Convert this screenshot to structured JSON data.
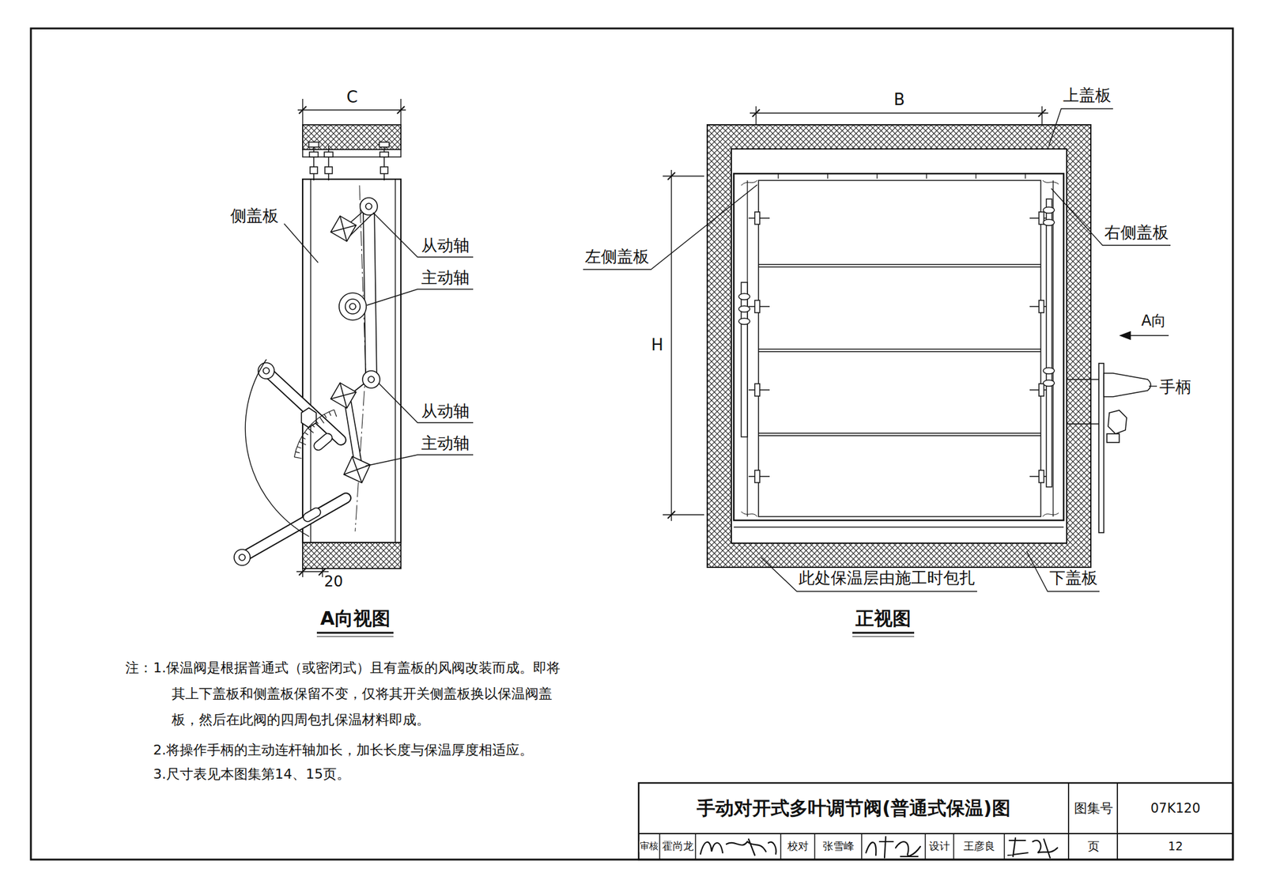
{
  "diagram": {
    "title": "手动对开式多叶调节阀(普通式保温)图",
    "labels": [
      "C",
      "侧盖板",
      "从动轴",
      "主动轴",
      "从动轴",
      "主动轴",
      "20",
      "A向视图",
      "B",
      "上盖板",
      "左侧盖板",
      "右侧盖板",
      "H",
      "A向",
      "手柄",
      "此处保温层由施工时包扎",
      "下盖板",
      "正视图",
      "注：",
      "1.保温阀是根据普通式（或密闭式）且有盖板的风阀改装而成。即将其上下盖板和侧盖板保留不变，仅将其开关侧盖板换以保温阀盖板，然后在此阀的四周包扎保温材料即成。",
      "2.将操作手柄的主动连杆轴加长，加长长度与保温厚度相适应。",
      "3.尺寸表见本图集第14、15页。",
      "图集号",
      "07K120",
      "审核",
      "霍尚龙",
      "校对",
      "张雪峰",
      "设计",
      "王彦良",
      "页",
      "12"
    ]
  }
}
